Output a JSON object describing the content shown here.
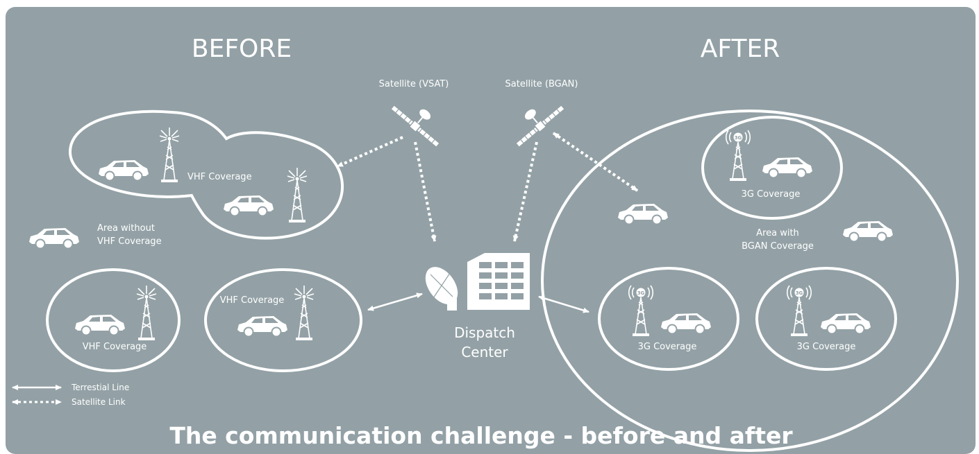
{
  "headings": {
    "before": "BEFORE",
    "after": "AFTER"
  },
  "satellites": {
    "vsat_label": "Satellite (VSAT)",
    "bgan_label": "Satellite (BGAN)"
  },
  "before": {
    "cloud_label": "VHF Coverage",
    "no_coverage_line1": "Area without",
    "no_coverage_line2": "VHF Coverage",
    "left_circle_label": "VHF Coverage",
    "mid_circle_label": "VHF Coverage"
  },
  "dispatch": {
    "line1": "Dispatch",
    "line2": "Center"
  },
  "after": {
    "area_line1": "Area with",
    "area_line2": "BGAN Coverage",
    "top_circle_label": "3G Coverage",
    "left_circle_label": "3G Coverage",
    "right_circle_label": "3G Coverage",
    "badge_text": "3G"
  },
  "legend": {
    "terrestrial": "Terrestial Line",
    "satellite": "Satellite Link"
  },
  "title": "The communication challenge - before and after",
  "colors": {
    "background": "#93a1a6",
    "foreground": "#ffffff"
  }
}
